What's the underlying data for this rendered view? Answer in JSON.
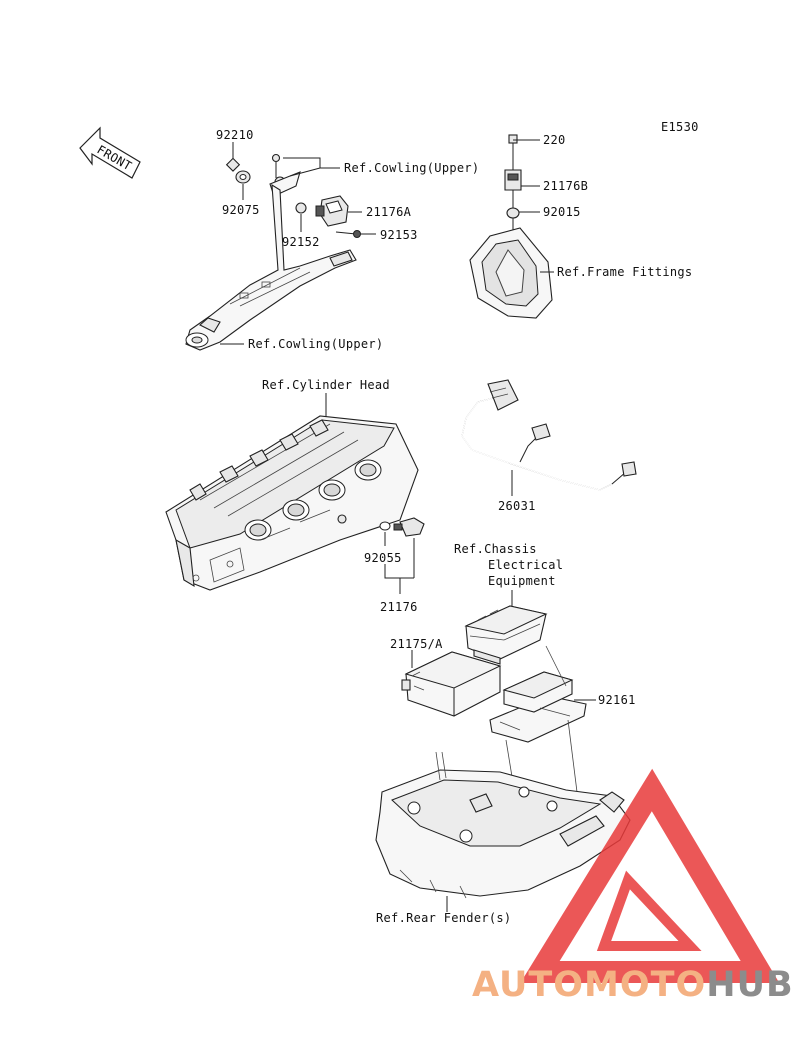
{
  "diagram": {
    "code": "E1530",
    "front_label": "FRONT",
    "labels": {
      "p92210": "92210",
      "p92075": "92075",
      "p92152": "92152",
      "p92153": "92153",
      "p21176a": "21176A",
      "ref_cowling_upper_top": "Ref.Cowling(Upper)",
      "ref_cowling_upper_bottom": "Ref.Cowling(Upper)",
      "p220": "220",
      "p21176b": "21176B",
      "p92015": "92015",
      "ref_frame_fittings": "Ref.Frame Fittings",
      "ref_cylinder_head": "Ref.Cylinder Head",
      "p26031": "26031",
      "p92055": "92055",
      "p21176": "21176",
      "ref_chassis_1": "Ref.Chassis",
      "ref_chassis_2": "Electrical",
      "ref_chassis_3": "Equipment",
      "p21175a": "21175/A",
      "p92161": "92161",
      "ref_rear_fender": "Ref.Rear Fender(s)"
    }
  },
  "watermark": {
    "part1": "AUTOMOTO",
    "part2": "HUB",
    "color_light": "#f4b183",
    "color_dark": "#8c8c8c",
    "triangle_color": "#e83a3a"
  }
}
